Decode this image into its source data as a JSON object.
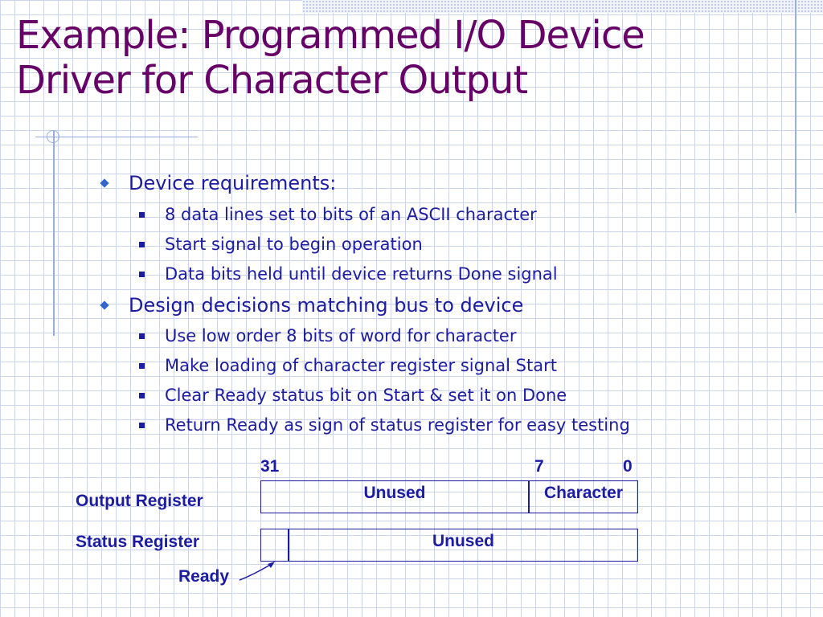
{
  "title": {
    "line1": "Example:  Programmed I/O Device",
    "line2": "Driver for Character Output"
  },
  "sections": [
    {
      "heading": "Device requirements:",
      "items": [
        "8 data lines set to bits of an ASCII character",
        "Start signal to begin operation",
        "Data bits held until device returns Done  signal"
      ]
    },
    {
      "heading": "Design decisions matching bus to device",
      "items": [
        "Use low order 8 bits of word for character",
        "Make loading of character register signal Start",
        "Clear Ready status bit on Start & set it on Done",
        "Return Ready as sign of status register for easy testing"
      ]
    }
  ],
  "diagram": {
    "bit_labels": {
      "high": "31",
      "mid": "7",
      "low": "0"
    },
    "output_register": {
      "label": "Output Register",
      "fields": [
        "Unused",
        "Character"
      ]
    },
    "status_register": {
      "label": "Status Register",
      "fields": [
        "",
        "Unused"
      ]
    },
    "ready_label": "Ready"
  },
  "colors": {
    "title": "#660066",
    "text": "#1c1ca0",
    "bullet_diamond": "#3366cc",
    "grid": "#c9d4ee"
  }
}
